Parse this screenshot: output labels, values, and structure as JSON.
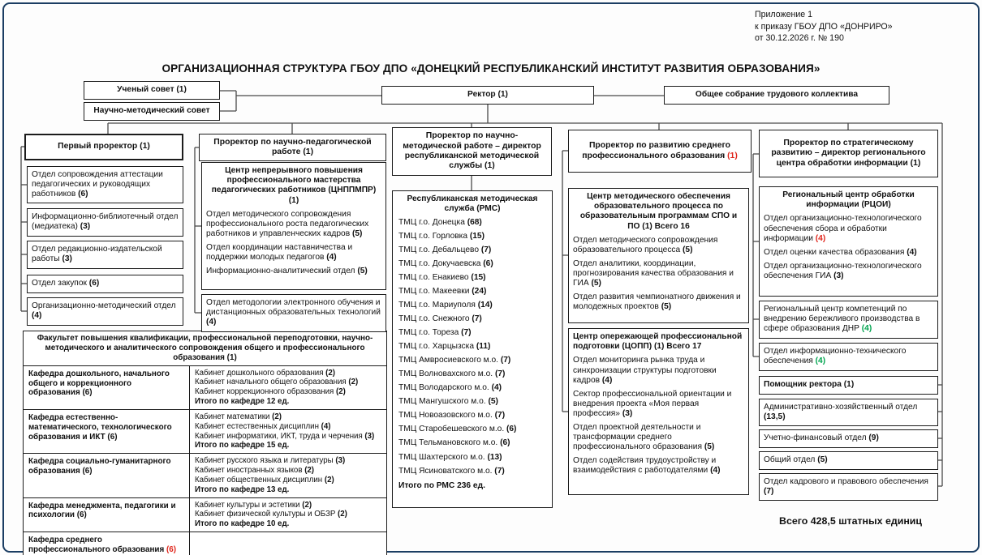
{
  "annotation": {
    "line1": "Приложение 1",
    "line2": "к приказу ГБОУ ДПО «ДОНРИРО»",
    "line3": "от 30.12.2026 г. № 190"
  },
  "title": "ОРГАНИЗАЦИОННАЯ СТРУКТУРА ГБОУ ДПО «ДОНЕЦКИЙ РЕСПУБЛИКАНСКИЙ ИНСТИТУТ РАЗВИТИЯ ОБРАЗОВАНИЯ»",
  "top": {
    "uchenyi_sovet": "Ученый совет (1)",
    "nauchno_metod_sovet": "Научно-методический совет",
    "rektor": "Ректор (1)",
    "obshchee_sobranie": "Общее собрание трудового коллектива"
  },
  "col1": {
    "header": "Первый проректор (1)",
    "units": [
      {
        "t": "Отдел сопровождения аттестации педагогических и руководящих работников",
        "n": "(6)"
      },
      {
        "t": "Информационно-библиотечный отдел (медиатека)",
        "n": "(3)"
      },
      {
        "t": "Отдел редакционно-издательской работы",
        "n": "(3)"
      },
      {
        "t": "Отдел закупок",
        "n": "(6)"
      },
      {
        "t": "Организационно-методический отдел",
        "n": "(4)"
      }
    ],
    "faculty": {
      "header": "Факультет повышения квалификации, профессиональной переподготовки, научно-методического и аналитического сопровождения общего и профессионального образования (1)",
      "rows": [
        {
          "dept": {
            "t": "Кафедра дошкольного, начального общего и коррекционного образования",
            "n": "(6)"
          },
          "cabinets": [
            {
              "t": "Кабинет дошкольного образования",
              "n": "(2)"
            },
            {
              "t": "Кабинет начального общего образования",
              "n": "(2)"
            },
            {
              "t": "Кабинет коррекционного образования",
              "n": "(2)"
            }
          ],
          "total": "Итого по кафедре 12 ед."
        },
        {
          "dept": {
            "t": "Кафедра естественно-математического, технологического образования и ИКТ",
            "n": "(6)"
          },
          "cabinets": [
            {
              "t": "Кабинет математики",
              "n": "(2)"
            },
            {
              "t": "Кабинет естественных дисциплин",
              "n": "(4)"
            },
            {
              "t": "Кабинет информатики, ИКТ, труда и черчения",
              "n": "(3)"
            }
          ],
          "total": "Итого по кафедре 15 ед."
        },
        {
          "dept": {
            "t": "Кафедра социально-гуманитарного образования",
            "n": "(6)"
          },
          "cabinets": [
            {
              "t": "Кабинет русского языка и литературы",
              "n": "(3)"
            },
            {
              "t": "Кабинет иностранных языков",
              "n": "(2)"
            },
            {
              "t": "Кабинет общественных дисциплин",
              "n": "(2)"
            }
          ],
          "total": "Итого по кафедре 13 ед."
        },
        {
          "dept": {
            "t": "Кафедра менеджмента, педагогики и психологии",
            "n": "(6)"
          },
          "cabinets": [
            {
              "t": "Кабинет культуры и эстетики",
              "n": "(2)"
            },
            {
              "t": "Кабинет физической культуры и ОБЗР",
              "n": "(2)"
            }
          ],
          "total": "Итого по кафедре 10 ед."
        },
        {
          "dept": {
            "t": "Кафедра среднего профессионального образования",
            "n": "(6)",
            "c": "red"
          },
          "cabinets": [],
          "total": ""
        }
      ]
    }
  },
  "col2": {
    "header": "Проректор по научно-педагогической работе (1)",
    "center": {
      "title": "Центр непрерывного повышения профессионального мастерства педагогических работников (ЦНППМПР) (1)",
      "items": [
        {
          "t": "Отдел методического сопровождения профессионального роста педагогических работников и управленческих кадров",
          "n": "(5)"
        },
        {
          "t": "Отдел координации наставничества и поддержки молодых педагогов",
          "n": "(4)"
        },
        {
          "t": "Информационно-аналитический отдел",
          "n": "(5)"
        }
      ]
    },
    "unit": {
      "t": "Отдел методологии электронного обучения и дистанционных образовательных технологий",
      "n": "(4)"
    }
  },
  "col3": {
    "header": "Проректор по научно-методической работе – директор республиканской методической службы (1)",
    "rms_title": "Республиканская методическая служба (РМС)",
    "items": [
      {
        "t": "ТМЦ г.о. Донецка",
        "n": "(68)"
      },
      {
        "t": "ТМЦ г.о. Горловка",
        "n": "(15)"
      },
      {
        "t": "ТМЦ г.о. Дебальцево",
        "n": "(7)"
      },
      {
        "t": "ТМЦ г.о. Докучаевска",
        "n": "(6)"
      },
      {
        "t": "ТМЦ г.о. Енакиево",
        "n": "(15)"
      },
      {
        "t": "ТМЦ г.о. Макеевки",
        "n": "(24)"
      },
      {
        "t": "ТМЦ г.о. Мариуполя",
        "n": "(14)"
      },
      {
        "t": "ТМЦ г.о. Снежного",
        "n": "(7)"
      },
      {
        "t": "ТМЦ г.о. Тореза",
        "n": "(7)"
      },
      {
        "t": "ТМЦ г.о. Харцызска",
        "n": "(11)"
      },
      {
        "t": "ТМЦ Амвросиевского м.о.",
        "n": "(7)"
      },
      {
        "t": "ТМЦ Волновахского м.о.",
        "n": "(7)"
      },
      {
        "t": "ТМЦ Володарского м.о.",
        "n": "(4)"
      },
      {
        "t": "ТМЦ Мангушского м.о.",
        "n": "(5)"
      },
      {
        "t": "ТМЦ Новоазовского м.о.",
        "n": "(7)"
      },
      {
        "t": "ТМЦ Старобешевского м.о.",
        "n": "(6)"
      },
      {
        "t": "ТМЦ Тельмановского м.о.",
        "n": "(6)"
      },
      {
        "t": "ТМЦ Шахтерского м.о.",
        "n": "(13)"
      },
      {
        "t": "ТМЦ Ясиноватского м.о.",
        "n": "(7)"
      }
    ],
    "total": "Итого по РМС 236 ед."
  },
  "col4": {
    "header": {
      "t": "Проректор по развитию среднего профессионального образования",
      "n": "(1)",
      "c": "red"
    },
    "center1": {
      "title": "Центр методического обеспечения образовательного процесса по образовательным программам СПО и ПО (1) Всего 16",
      "items": [
        {
          "t": "Отдел методического сопровождения образовательного процесса",
          "n": "(5)"
        },
        {
          "t": "Отдел аналитики, координации, прогнозирования качества образования и ГИА",
          "n": "(5)"
        },
        {
          "t": "Отдел развития чемпионатного движения и молодежных проектов",
          "n": "(5)"
        }
      ]
    },
    "center2": {
      "title": "Центр опережающей профессиональной подготовки (ЦОПП) (1) Всего 17",
      "items": [
        {
          "t": "Отдел мониторинга рынка труда и синхронизации структуры подготовки кадров",
          "n": "(4)"
        },
        {
          "t": "Сектор профессиональной ориентации и внедрения проекта «Моя первая профессия»",
          "n": "(3)"
        },
        {
          "t": "Отдел проектной деятельности и трансформации среднего профессионального образования",
          "n": "(5)"
        },
        {
          "t": "Отдел содействия трудоустройству и взаимодействия с работодателями",
          "n": "(4)"
        }
      ]
    }
  },
  "col5": {
    "header": "Проректор по стратегическому развитию – директор регионального центра обработки информации (1)",
    "rcoi": {
      "title": "Региональный центр обработки информации (РЦОИ)",
      "items": [
        {
          "t": "Отдел организационно-технологического обеспечения сбора и обработки информации",
          "n": "(4)",
          "c": "red"
        },
        {
          "t": "Отдел оценки качества образования",
          "n": "(4)"
        },
        {
          "t": "Отдел организационно-технологического обеспечения ГИА",
          "n": "(3)"
        }
      ]
    },
    "lean_center": {
      "t": "Региональный центр компетенций по внедрению бережливого производства в сфере образования ДНР",
      "n": "(4)",
      "c": "green"
    },
    "it_unit": {
      "t": "Отдел информационно-технического обеспечения",
      "n": "(4)",
      "c": "green"
    }
  },
  "admin": {
    "units": [
      {
        "t": "Помощник ректора",
        "n": "(1)"
      },
      {
        "t": "Административно-хозяйственный отдел",
        "n": "(13,5)"
      },
      {
        "t": "Учетно-финансовый отдел",
        "n": "(9)"
      },
      {
        "t": "Общий отдел",
        "n": "(5)"
      },
      {
        "t": "Отдел кадрового и правового обеспечения",
        "n": "(7)"
      }
    ]
  },
  "footer": {
    "total": "Всего 428,5 штатных единиц"
  },
  "colors": {
    "red": "#e0261c",
    "green": "#00a44f",
    "line": "#4a4a4a",
    "frame": "#1c3e63"
  }
}
